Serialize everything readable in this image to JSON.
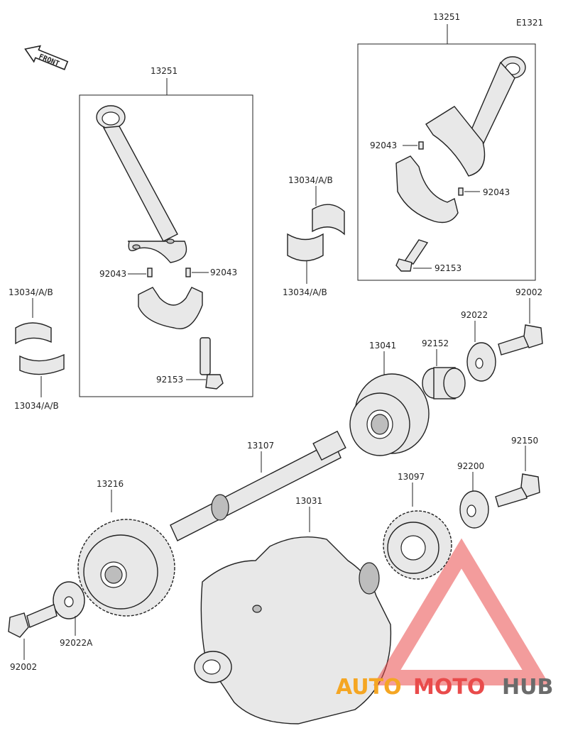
{
  "diagram_code": "E1321",
  "front_label": "FRONT",
  "labels": {
    "rod_left": "13251",
    "rod_right": "13251",
    "bearing_top_center": "13034/A/B",
    "bearing_bottom_center": "13034/A/B",
    "bearing_top_left": "13034/A/B",
    "bearing_bottom_left": "13034/A/B",
    "dowel_left_a": "92043",
    "dowel_left_b": "92043",
    "dowel_right_a": "92043",
    "dowel_right_b": "92043",
    "bolt_rod_left": "92153",
    "bolt_rod_right": "92153",
    "rotor": "13041",
    "collar": "92152",
    "washer_top": "92022",
    "bolt_top": "92002",
    "shaft": "13107",
    "washer_mid": "92200",
    "bolt_mid": "92150",
    "gear_mid": "13097",
    "gear_left": "13216",
    "crankshaft": "13031",
    "washer_left": "92022A",
    "bolt_left": "92002"
  },
  "watermark": {
    "part1": "AUTO",
    "part2": "MOTO",
    "part3": "HUB",
    "color_orange": "#f5a623",
    "color_red": "#e94b4b",
    "color_gray": "#6b6b6b"
  }
}
